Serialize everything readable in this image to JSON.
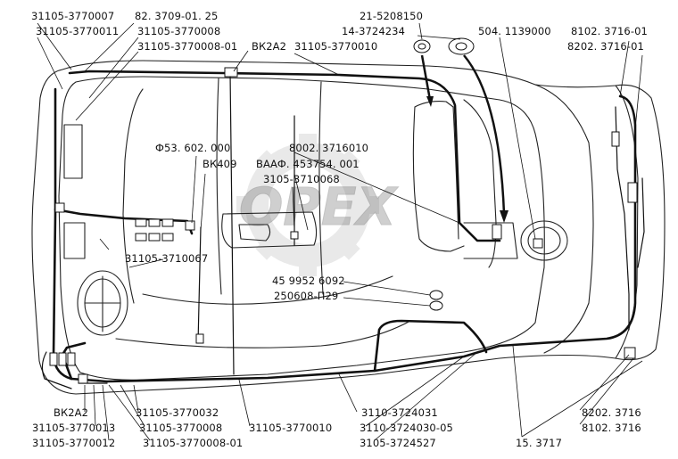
{
  "watermark": {
    "text": "ОРЕХ"
  },
  "labels": {
    "l1": "31105-3770007",
    "l2": "31105-3770011",
    "l3": "82. 3709-01. 25",
    "l4": "31105-3770008",
    "l5": "31105-3770008-01",
    "l6": "ВК2А2",
    "l7": "31105-3770010",
    "l8": "21-5208150",
    "l9": "14-3724234",
    "l10": "504. 1139000",
    "l11": "8102. 3716-01",
    "l12": "8202. 3716-01",
    "l13": "Ф53. 602. 000",
    "l14": "8002. 3716010",
    "l15": "ВК409",
    "l16": "ВААФ. 453754. 001",
    "l17": "3105-3710068",
    "l18": "31105-3710067",
    "l19": "45 9952 6092",
    "l20": "250608-П29",
    "l21": "ВК2А2",
    "l22": "31105-3770013",
    "l23": "31105-3770012",
    "l24": "31105-3770032",
    "l25": "31105-3770008",
    "l26": "31105-3770008-01",
    "l27": "31105-3770010",
    "l28": "3110-3724031",
    "l29": "3110-3724030-05",
    "l30": "3105-3724527",
    "l31": "15. 3717",
    "l32": "8202. 3716",
    "l33": "8102. 3716"
  }
}
